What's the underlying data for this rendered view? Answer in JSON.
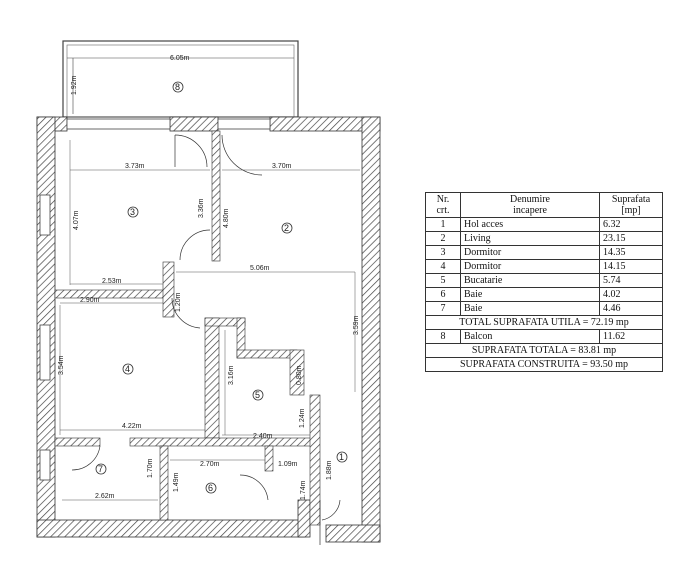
{
  "plan": {
    "balcony": {
      "number": "8",
      "width_label": "6.05m",
      "depth_label": "1.92m"
    },
    "rooms": [
      {
        "id": "r1",
        "number": "1"
      },
      {
        "id": "r2",
        "number": "2"
      },
      {
        "id": "r3",
        "number": "3"
      },
      {
        "id": "r4",
        "number": "4"
      },
      {
        "id": "r5",
        "number": "5"
      },
      {
        "id": "r6",
        "number": "6"
      },
      {
        "id": "r7",
        "number": "7"
      }
    ],
    "dimensions": {
      "d_373": "3.73m",
      "d_370": "3.70m",
      "d_407": "4.07m",
      "d_336": "3.36m",
      "d_480": "4.80m",
      "d_253": "2.53m",
      "d_506": "5.06m",
      "d_290": "2.90m",
      "d_120": "1.20m",
      "d_359": "3.59m",
      "d_354": "3.54m",
      "d_316": "3.16m",
      "d_080": "0.80m",
      "d_422": "4.22m",
      "d_240": "2.40m",
      "d_124": "1.24m",
      "d_270": "2.70m",
      "d_109": "1.09m",
      "d_188": "1.88m",
      "d_170": "1.70m",
      "d_149": "1.49m",
      "d_174": "1.74m",
      "d_262": "2.62m"
    }
  },
  "table": {
    "headers": {
      "nr": "Nr.\ncrt.",
      "name": "Denumire\nincapere",
      "area": "Suprafata\n[mp]"
    },
    "rows": [
      {
        "nr": "1",
        "name": "Hol acces",
        "area": "6.32"
      },
      {
        "nr": "2",
        "name": "Living",
        "area": "23.15"
      },
      {
        "nr": "3",
        "name": "Dormitor",
        "area": "14.35"
      },
      {
        "nr": "4",
        "name": "Dormitor",
        "area": "14.15"
      },
      {
        "nr": "5",
        "name": "Bucatarie",
        "area": "5.74"
      },
      {
        "nr": "6",
        "name": "Baie",
        "area": "4.02"
      },
      {
        "nr": "7",
        "name": "Baie",
        "area": "4.46"
      }
    ],
    "total_utila": "TOTAL SUPRAFATA UTILA = 72.19 mp",
    "balcony_row": {
      "nr": "8",
      "name": "Balcon",
      "area": "11.62"
    },
    "total": "SUPRAFATA TOTALA = 83.81 mp",
    "constructed": "SUPRAFATA CONSTRUITA = 93.50 mp"
  }
}
